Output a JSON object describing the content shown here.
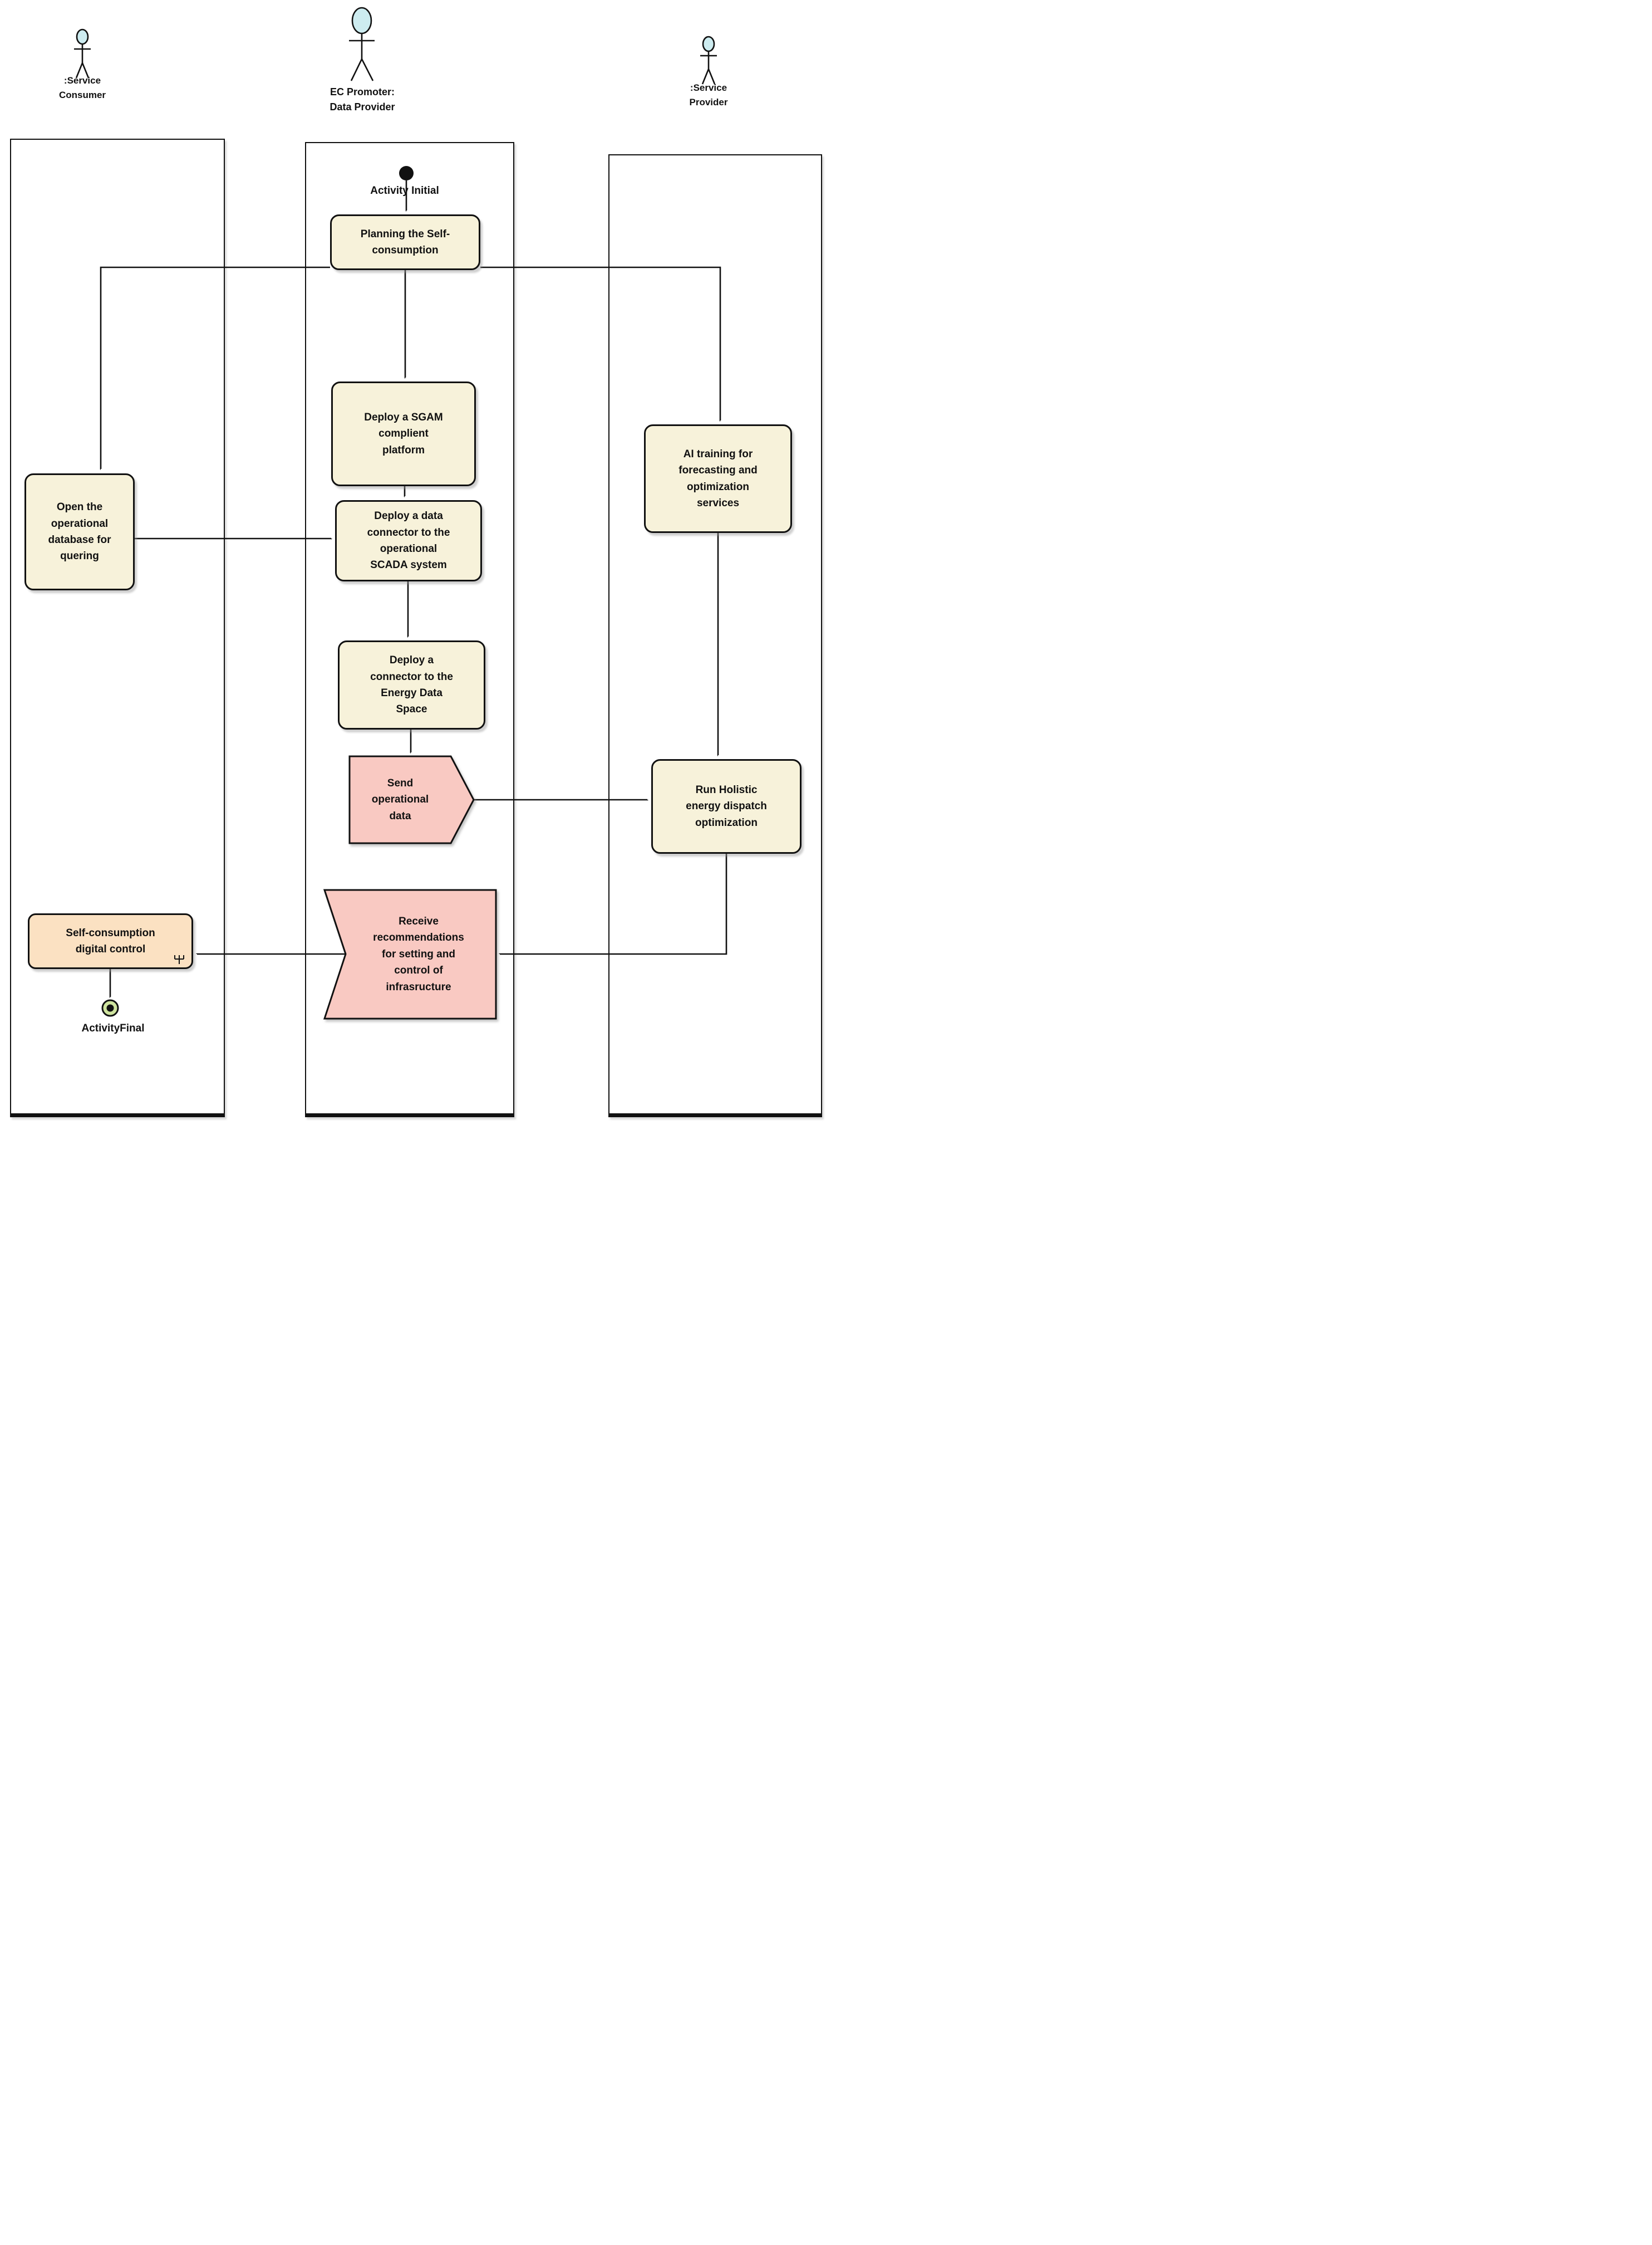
{
  "diagram": {
    "type": "uml-activity-diagram",
    "colors": {
      "action_fill": "#f7f2da",
      "signal_fill": "#f9c9c2",
      "subactivity_fill": "#fbe1c2",
      "actor_head_fill": "#cdecf0",
      "final_node_fill": "#cfe49f",
      "line": "#111111"
    },
    "actors": {
      "consumer": {
        "label": ":Service\nConsumer"
      },
      "promoter": {
        "label": "EC Promoter:\nData Provider"
      },
      "provider": {
        "label": ":Service\nProvider"
      }
    },
    "nodes": {
      "initial_label": "Activity Initial",
      "final_label": "ActivityFinal",
      "planning": "Planning the Self-\nconsumption",
      "sgam": "Deploy a SGAM\ncomplient\nplatform",
      "scada_connector": "Deploy a data\nconnector to the\noperational\nSCADA system",
      "energy_connector": "Deploy a\nconnector to the\nEnergy Data\nSpace",
      "send_data": "Send\noperational\ndata",
      "open_db": "Open the\noperational\ndatabase for\nquering",
      "ai_training": "AI training for\nforecasting and\noptimization\nservices",
      "run_optimization": "Run Holistic\nenergy dispatch\noptimization",
      "receive_recommendations": "Receive\nrecommendations\nfor setting and\ncontrol of\ninfrasructure",
      "self_control": "Self-consumption\ndigital control"
    }
  }
}
